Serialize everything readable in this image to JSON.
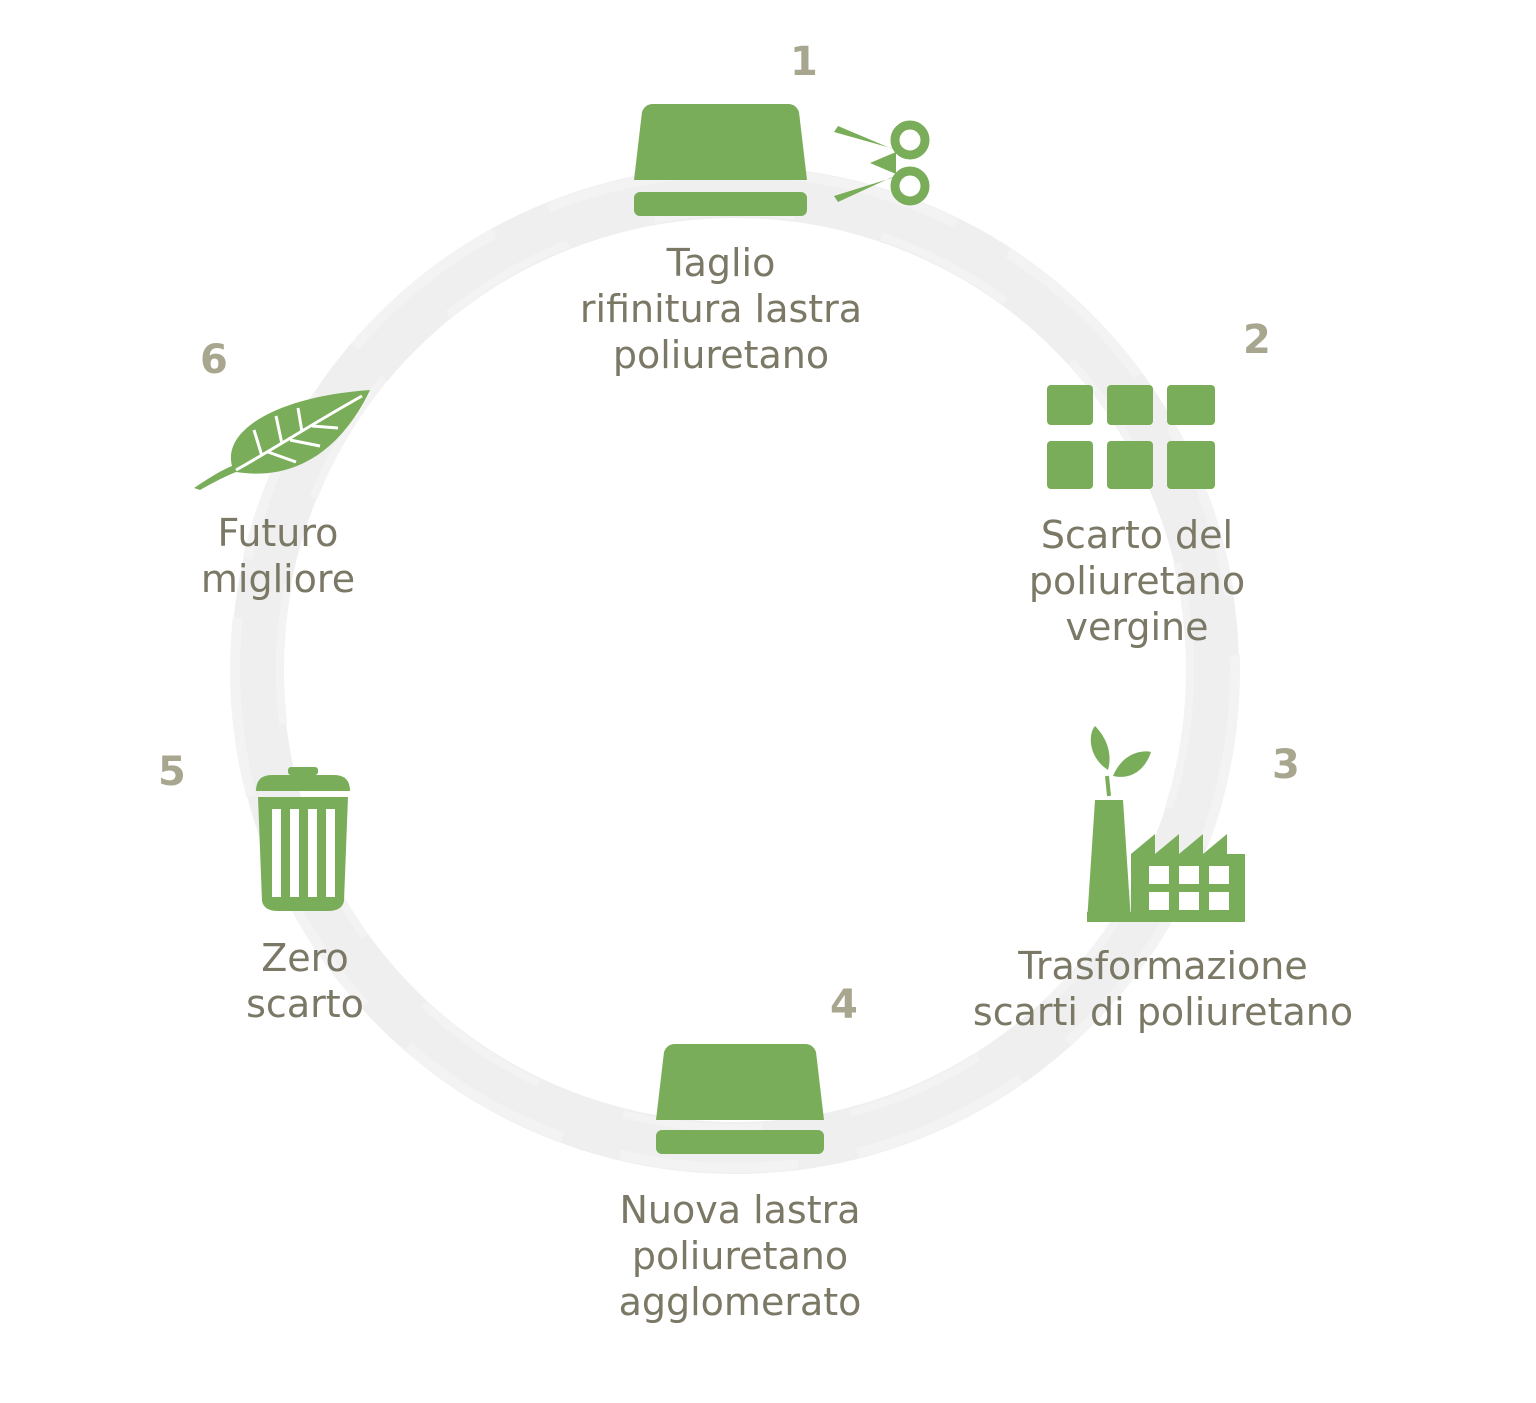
{
  "colors": {
    "icon_green": "#7aad59",
    "ring": "#efefef",
    "number": "#a9a68f",
    "label": "#7b7866"
  },
  "steps": [
    {
      "number": "1",
      "icon": "mattress-icon",
      "icon2": "scissors-icon",
      "label_lines": [
        "Taglio",
        "rifinitura lastra",
        "poliuretano"
      ]
    },
    {
      "number": "2",
      "icon": "foam-blocks-icon",
      "label_lines": [
        "Scarto del",
        "poliuretano",
        "vergine"
      ]
    },
    {
      "number": "3",
      "icon": "factory-icon",
      "label_lines": [
        "Trasformazione",
        "scarti di poliuretano"
      ]
    },
    {
      "number": "4",
      "icon": "mattress-icon",
      "label_lines": [
        "Nuova lastra",
        "poliuretano",
        "agglomerato"
      ]
    },
    {
      "number": "5",
      "icon": "trash-bin-icon",
      "label_lines": [
        "Zero",
        "scarto"
      ]
    },
    {
      "number": "6",
      "icon": "leaf-icon",
      "label_lines": [
        "Futuro",
        "migliore"
      ]
    }
  ]
}
